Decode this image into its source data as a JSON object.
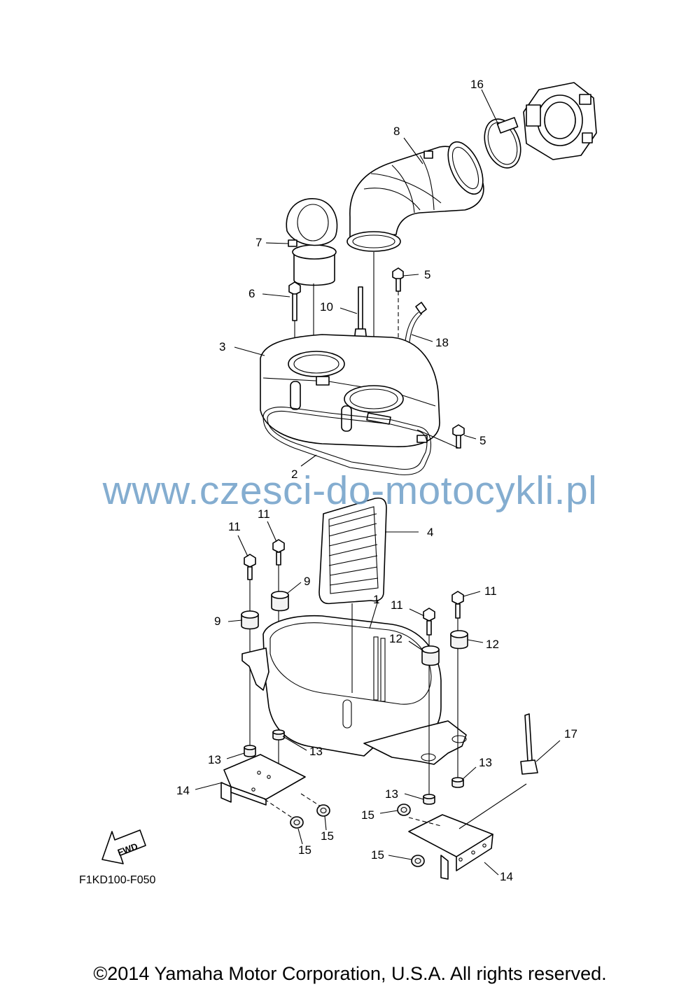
{
  "diagram": {
    "code": "F1KD100-F050",
    "fwd_label": "FWD",
    "watermark": "www.czesci-do-motocykli.pl",
    "copyright": "©2014 Yamaha Motor Corporation, U.S.A. All rights reserved.",
    "callouts": {
      "p1": "1",
      "p2": "2",
      "p3": "3",
      "p4": "4",
      "p5a": "5",
      "p5b": "5",
      "p6": "6",
      "p7": "7",
      "p8": "8",
      "p9a": "9",
      "p9b": "9",
      "p10": "10",
      "p11a": "11",
      "p11b": "11",
      "p11c": "11",
      "p11d": "11",
      "p12a": "12",
      "p12b": "12",
      "p13a": "13",
      "p13b": "13",
      "p13c": "13",
      "p13d": "13",
      "p14a": "14",
      "p14b": "14",
      "p15a": "15",
      "p15b": "15",
      "p15c": "15",
      "p15d": "15",
      "p16": "16",
      "p17": "17",
      "p18": "18"
    }
  }
}
